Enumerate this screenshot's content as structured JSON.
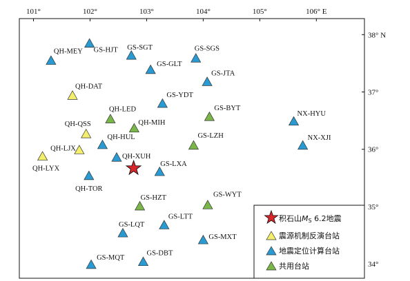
{
  "frame": {
    "lon_range": [
      100.75,
      106.85
    ],
    "lat_range": [
      33.75,
      38.28
    ]
  },
  "axes": {
    "x_ticks": [
      {
        "value": 101,
        "label": "101°"
      },
      {
        "value": 102,
        "label": "102°"
      },
      {
        "value": 103,
        "label": "103°"
      },
      {
        "value": 104,
        "label": "104°"
      },
      {
        "value": 105,
        "label": "105°"
      },
      {
        "value": 106,
        "label": "106° E"
      }
    ],
    "y_ticks": [
      {
        "value": 38,
        "label": "38° N"
      },
      {
        "value": 37,
        "label": "37°"
      },
      {
        "value": 36,
        "label": "36°"
      },
      {
        "value": 35,
        "label": "35°"
      },
      {
        "value": 34,
        "label": "34°"
      }
    ]
  },
  "colors": {
    "inversion": "#f3ee6c",
    "location": "#2a9ad2",
    "shared": "#7ab648",
    "epicenter": "#d8262a"
  },
  "epicenter": {
    "lon": 102.77,
    "lat": 35.67
  },
  "stations": [
    {
      "code": "GS-HJT",
      "type": "location",
      "lon": 101.99,
      "lat": 37.84
    },
    {
      "code": "QH-MEY",
      "type": "location",
      "lon": 101.31,
      "lat": 37.54
    },
    {
      "code": "GS-SGT",
      "type": "location",
      "lon": 102.73,
      "lat": 37.63
    },
    {
      "code": "GS-GLT",
      "type": "location",
      "lon": 103.07,
      "lat": 37.38
    },
    {
      "code": "GS-SGS",
      "type": "location",
      "lon": 103.87,
      "lat": 37.58
    },
    {
      "code": "GS-JTA",
      "type": "location",
      "lon": 104.07,
      "lat": 37.17
    },
    {
      "code": "QH-DAT",
      "type": "inversion",
      "lon": 101.69,
      "lat": 36.93
    },
    {
      "code": "GS-YDT",
      "type": "location",
      "lon": 103.28,
      "lat": 36.79
    },
    {
      "code": "QH-LED",
      "type": "shared",
      "lon": 102.36,
      "lat": 36.52
    },
    {
      "code": "GS-BYT",
      "type": "shared",
      "lon": 104.11,
      "lat": 36.56
    },
    {
      "code": "QH-MIH",
      "type": "shared",
      "lon": 102.78,
      "lat": 36.36
    },
    {
      "code": "QH-QSS",
      "type": "inversion",
      "lon": 101.93,
      "lat": 36.26
    },
    {
      "code": "NX-HYU",
      "type": "location",
      "lon": 105.6,
      "lat": 36.48
    },
    {
      "code": "GS-LZH",
      "type": "shared",
      "lon": 103.83,
      "lat": 36.06
    },
    {
      "code": "NX-XJI",
      "type": "location",
      "lon": 105.76,
      "lat": 36.06
    },
    {
      "code": "QH-HUL",
      "type": "location",
      "lon": 102.22,
      "lat": 36.07
    },
    {
      "code": "QH-LJX",
      "type": "inversion",
      "lon": 101.81,
      "lat": 35.98
    },
    {
      "code": "QH-XUH",
      "type": "location",
      "lon": 102.47,
      "lat": 35.85
    },
    {
      "code": "QH-LYX",
      "type": "inversion",
      "lon": 101.16,
      "lat": 35.87
    },
    {
      "code": "GS-LXA",
      "type": "location",
      "lon": 103.23,
      "lat": 35.6
    },
    {
      "code": "QH-TOR",
      "type": "location",
      "lon": 101.98,
      "lat": 35.53
    },
    {
      "code": "GS-HZT",
      "type": "shared",
      "lon": 102.88,
      "lat": 35.0
    },
    {
      "code": "GS-WYT",
      "type": "shared",
      "lon": 104.08,
      "lat": 35.02
    },
    {
      "code": "GS-LTT",
      "type": "location",
      "lon": 103.31,
      "lat": 34.67
    },
    {
      "code": "GS-LQT",
      "type": "location",
      "lon": 102.58,
      "lat": 34.53
    },
    {
      "code": "GS-MXT",
      "type": "location",
      "lon": 104.0,
      "lat": 34.41
    },
    {
      "code": "GS-MQT",
      "type": "location",
      "lon": 102.02,
      "lat": 33.98
    },
    {
      "code": "GS-DBT",
      "type": "location",
      "lon": 102.94,
      "lat": 34.03
    }
  ],
  "legend": {
    "eq_prefix": "积石山",
    "eq_mag": "M",
    "eq_mag_sub": "S",
    "eq_suffix": " 6.2地震",
    "inversion": "震源机制反演台站",
    "location": "地震定位计算台站",
    "shared": "共用台站"
  }
}
